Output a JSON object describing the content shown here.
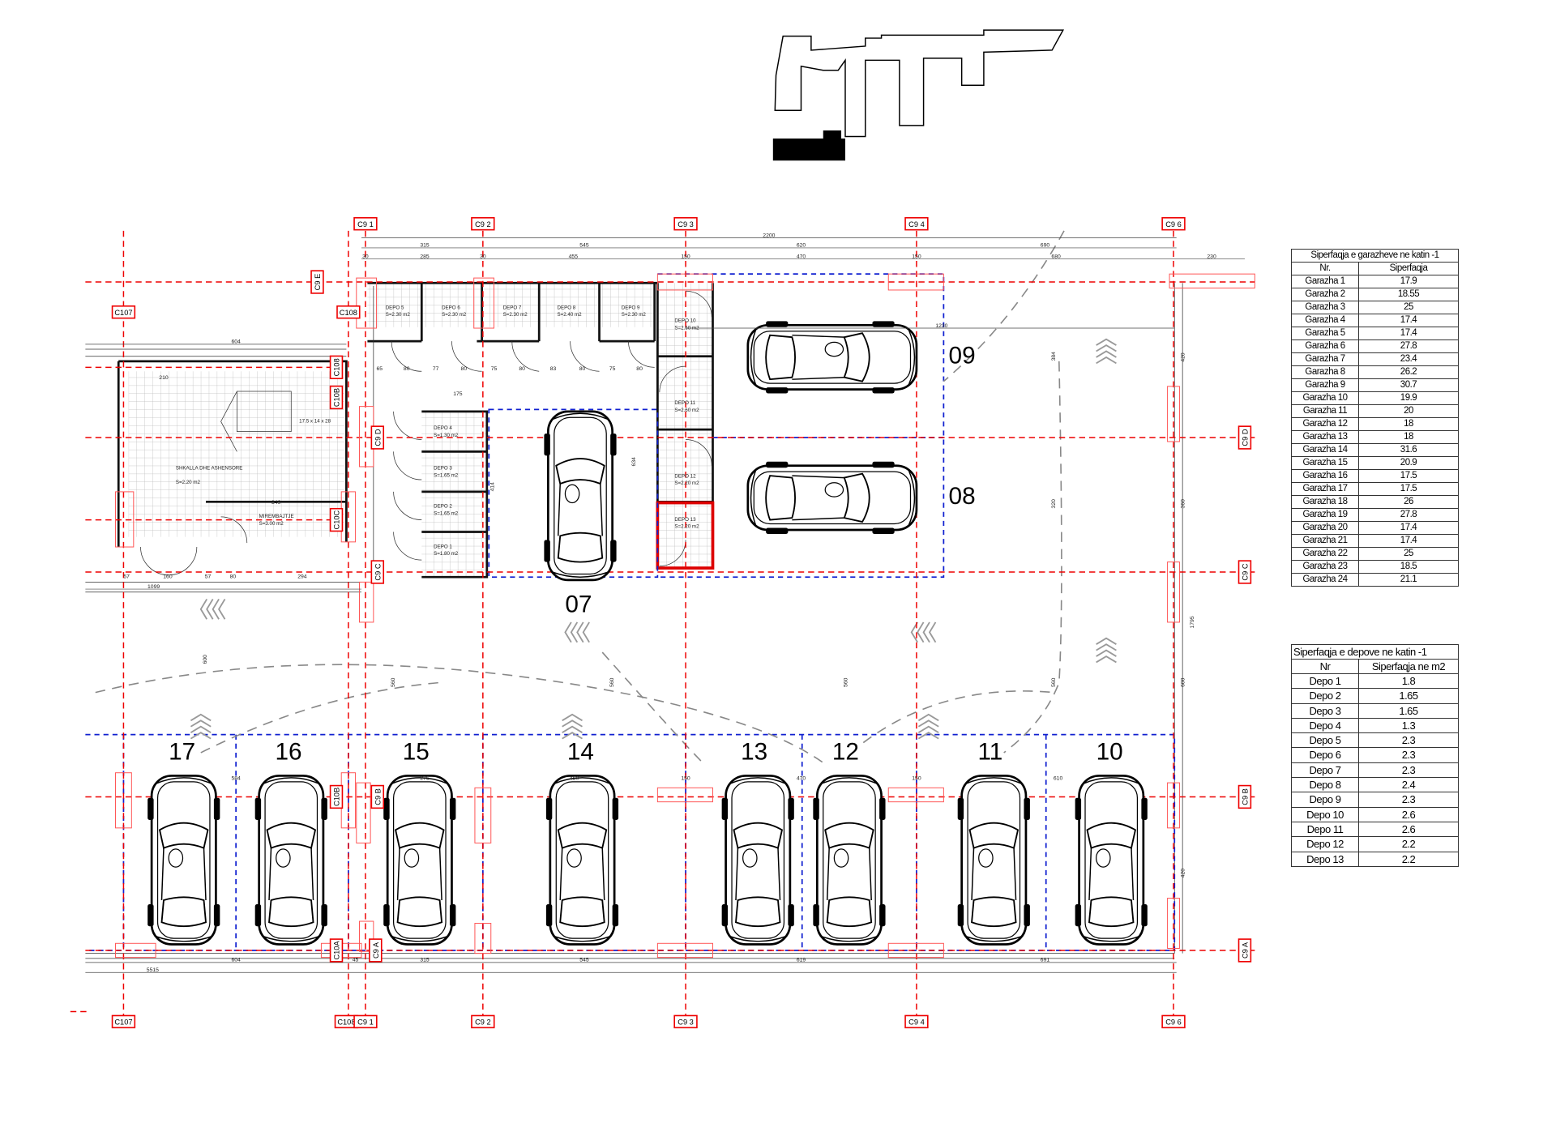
{
  "grid_labels": {
    "top_cols": [
      "C9 1",
      "C9 2",
      "C9 3",
      "C9 4",
      "C9 6"
    ],
    "bottom_cols": [
      "C107",
      "C108",
      "C9 1",
      "C9 2",
      "C9 3",
      "C9 4",
      "C9 6"
    ],
    "left_cols": [
      "C107",
      "C108"
    ],
    "rows_right": [
      "C9 D",
      "C9 C",
      "C9 B",
      "C9 A"
    ],
    "row_top_left": "C9 E",
    "inner": [
      "C108",
      "C10B",
      "C9 D",
      "C10C",
      "C9 C",
      "C10B",
      "C9 B",
      "C10A",
      "C9 A"
    ]
  },
  "garage_numbers": [
    "09",
    "08",
    "07",
    "17",
    "16",
    "15",
    "14",
    "13",
    "12",
    "11",
    "10"
  ],
  "rooms": [
    {
      "name": "DEPO 5",
      "area": "S=2.30 m2"
    },
    {
      "name": "DEPO 6",
      "area": "S=2.30 m2"
    },
    {
      "name": "DEPO 7",
      "area": "S=2.30 m2"
    },
    {
      "name": "DEPO 8",
      "area": "S=2.40 m2"
    },
    {
      "name": "DEPO 9",
      "area": "S=2.30 m2"
    },
    {
      "name": "DEPO 10",
      "area": "S=2.60 m2"
    },
    {
      "name": "DEPO 11",
      "area": "S=2.60 m2"
    },
    {
      "name": "DEPO 12",
      "area": "S=2.20 m2"
    },
    {
      "name": "DEPO 13",
      "area": "S=2.20 m2"
    },
    {
      "name": "DEPO 4",
      "area": "S=1.30 m2"
    },
    {
      "name": "DEPO 3",
      "area": "S=1.65 m2"
    },
    {
      "name": "DEPO 2",
      "area": "S=1.65 m2"
    },
    {
      "name": "DEPO 1",
      "area": "S=1.80 m2"
    },
    {
      "name": "SHKALLA DHE ASHENSORE",
      "area": "S=2.20 m2"
    },
    {
      "name": "MIREMBAJTJE",
      "area": "S=3.00 m2"
    }
  ],
  "stair_note": "17.5 x 14 x 28",
  "dimensions": [
    "2200",
    "315",
    "545",
    "620",
    "690",
    "30",
    "285",
    "30",
    "455",
    "150",
    "470",
    "150",
    "680",
    "230",
    "1230",
    "604",
    "1099",
    "57",
    "160",
    "57",
    "80",
    "294",
    "210",
    "175",
    "349",
    "65",
    "80",
    "77",
    "80",
    "75",
    "80",
    "83",
    "80",
    "75",
    "80",
    "604",
    "45",
    "315",
    "545",
    "619",
    "691",
    "5515",
    "560",
    "560",
    "560",
    "560",
    "600",
    "420",
    "360",
    "1795",
    "600",
    "420",
    "384",
    "320",
    "634",
    "414",
    "584",
    "275",
    "450",
    "150",
    "470",
    "150",
    "610"
  ],
  "garage_table": {
    "title": "Siperfaqja e garazheve ne katin -1",
    "headers": [
      "Nr.",
      "Siperfaqja"
    ],
    "rows": [
      [
        "Garazha 1",
        "17.9"
      ],
      [
        "Garazha 2",
        "18.55"
      ],
      [
        "Garazha 3",
        "25"
      ],
      [
        "Garazha 4",
        "17.4"
      ],
      [
        "Garazha 5",
        "17.4"
      ],
      [
        "Garazha 6",
        "27.8"
      ],
      [
        "Garazha 7",
        "23.4"
      ],
      [
        "Garazha 8",
        "26.2"
      ],
      [
        "Garazha 9",
        "30.7"
      ],
      [
        "Garazha 10",
        "19.9"
      ],
      [
        "Garazha 11",
        "20"
      ],
      [
        "Garazha 12",
        "18"
      ],
      [
        "Garazha 13",
        "18"
      ],
      [
        "Garazha 14",
        "31.6"
      ],
      [
        "Garazha 15",
        "20.9"
      ],
      [
        "Garazha 16",
        "17.5"
      ],
      [
        "Garazha 17",
        "17.5"
      ],
      [
        "Garazha 18",
        "26"
      ],
      [
        "Garazha 19",
        "27.8"
      ],
      [
        "Garazha 20",
        "17.4"
      ],
      [
        "Garazha 21",
        "17.4"
      ],
      [
        "Garazha 22",
        "25"
      ],
      [
        "Garazha 23",
        "18.5"
      ],
      [
        "Garazha 24",
        "21.1"
      ]
    ]
  },
  "depo_table": {
    "title": "Siperfaqja e depove ne katin -1",
    "headers": [
      "Nr",
      "Siperfaqja ne m2"
    ],
    "rows": [
      [
        "Depo 1",
        "1.8"
      ],
      [
        "Depo 2",
        "1.65"
      ],
      [
        "Depo 3",
        "1.65"
      ],
      [
        "Depo 4",
        "1.3"
      ],
      [
        "Depo 5",
        "2.3"
      ],
      [
        "Depo 6",
        "2.3"
      ],
      [
        "Depo 7",
        "2.3"
      ],
      [
        "Depo 8",
        "2.4"
      ],
      [
        "Depo 9",
        "2.3"
      ],
      [
        "Depo 10",
        "2.6"
      ],
      [
        "Depo 11",
        "2.6"
      ],
      [
        "Depo 12",
        "2.2"
      ],
      [
        "Depo 13",
        "2.2"
      ]
    ]
  },
  "colors": {
    "grid": "#ee0000",
    "boundary": "#1020d0",
    "highlight": "#dd0000"
  }
}
